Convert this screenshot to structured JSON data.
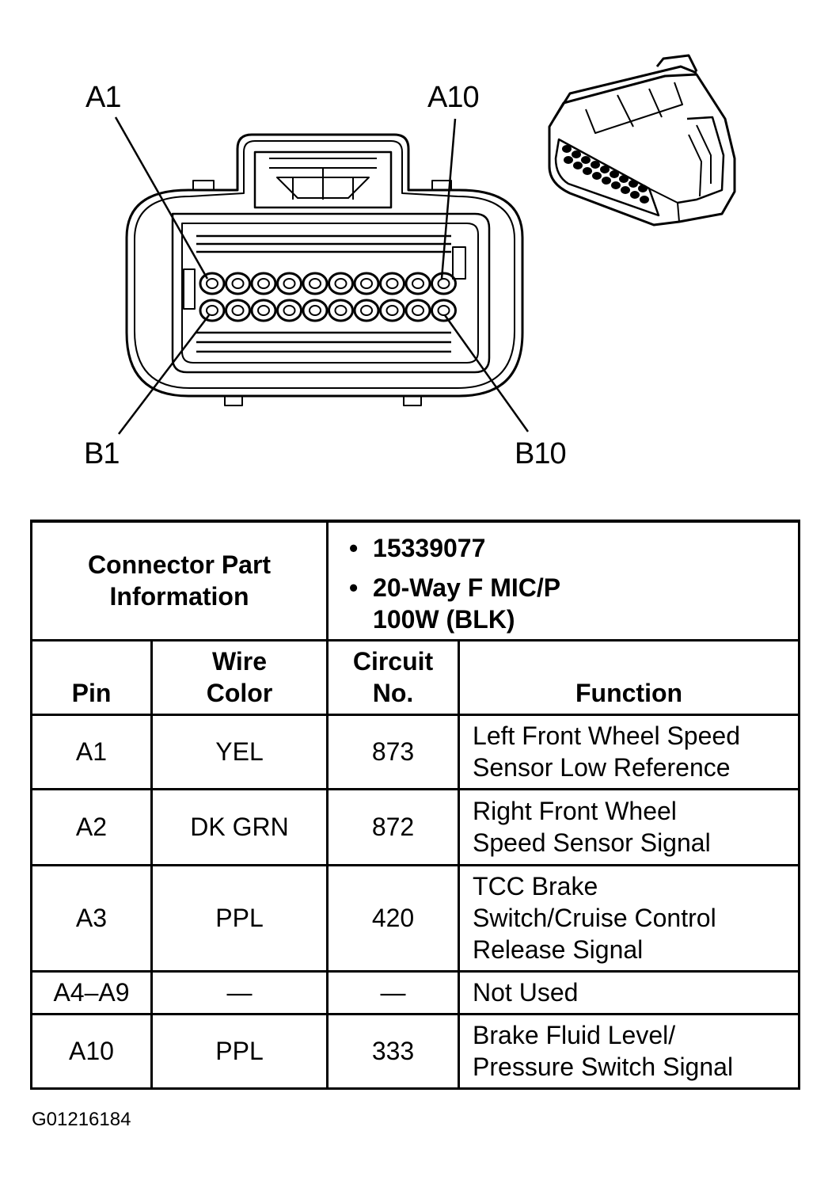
{
  "diagram": {
    "pin_labels": {
      "a1": "A1",
      "a10": "A10",
      "b1": "B1",
      "b10": "B10"
    }
  },
  "table": {
    "info_header_line1": "Connector Part",
    "info_header_line2": "Information",
    "info_items": [
      {
        "line1": "15339077",
        "line2": ""
      },
      {
        "line1": "20-Way F MIC/P",
        "line2": "100W (BLK)"
      }
    ],
    "columns": {
      "pin": "Pin",
      "wire_color_line1": "Wire",
      "wire_color_line2": "Color",
      "circuit_line1": "Circuit",
      "circuit_line2": "No.",
      "function": "Function"
    },
    "rows": [
      {
        "pin": "A1",
        "color": "YEL",
        "circuit": "873",
        "function_lines": [
          "Left Front Wheel Speed",
          "Sensor Low Reference",
          ""
        ]
      },
      {
        "pin": "A2",
        "color": "DK GRN",
        "circuit": "872",
        "function_lines": [
          "Right Front Wheel",
          "Speed Sensor Signal",
          ""
        ]
      },
      {
        "pin": "A3",
        "color": "PPL",
        "circuit": "420",
        "function_lines": [
          "TCC Brake",
          "Switch/Cruise Control",
          "Release Signal"
        ]
      },
      {
        "pin": "A4–A9",
        "color": "—",
        "circuit": "—",
        "function_lines": [
          "Not Used",
          "",
          ""
        ]
      },
      {
        "pin": "A10",
        "color": "PPL",
        "circuit": "333",
        "function_lines": [
          "Brake Fluid Level/",
          "Pressure Switch Signal",
          ""
        ]
      }
    ]
  },
  "figure_id": "G01216184"
}
